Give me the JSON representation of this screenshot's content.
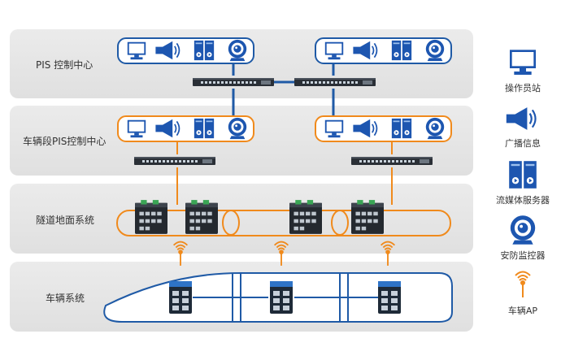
{
  "layers": [
    {
      "label": "PIS 控制中心"
    },
    {
      "label": "车辆段PIS控制中心"
    },
    {
      "label": "隧道地面系统"
    },
    {
      "label": "车辆系统"
    }
  ],
  "legend": [
    {
      "icon": "monitor-icon",
      "label": "操作员站"
    },
    {
      "icon": "speaker-icon",
      "label": "广播信息"
    },
    {
      "icon": "server-icon",
      "label": "流媒体服务器"
    },
    {
      "icon": "camera-icon",
      "label": "安防监控器"
    },
    {
      "icon": "antenna-icon",
      "label": "车辆AP"
    }
  ],
  "colors": {
    "network_line": "#1f5aa6",
    "ring_line": "#f08a1c",
    "band_bg": "#e4e4e4",
    "icon_blue": "#1d56b0"
  }
}
